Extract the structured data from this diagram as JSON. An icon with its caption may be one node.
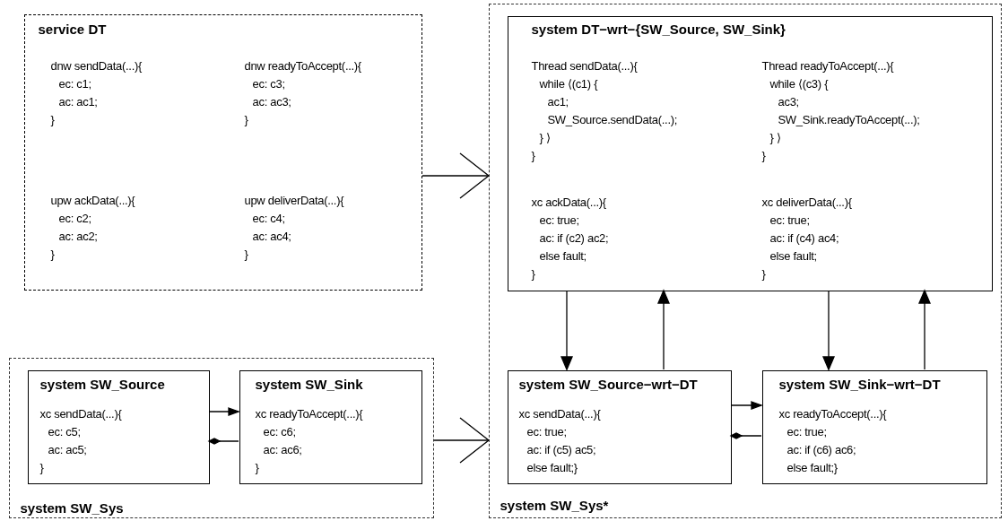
{
  "diagram": {
    "nodes": [
      {
        "text": [
          "service DT",
          "dnw sendData(...){ ec: c1; ac: ac1; }",
          "dnw readyToAccept(...){ ec: c3; ac: ac3; }",
          "upw ackData(...){ ec: c2; ac: ac2; }",
          "upw deliverData(...){ ec: c4; ac: ac4; }"
        ]
      },
      {
        "text": [
          "system SW_Sys*"
        ]
      },
      {
        "text": [
          "system DT−wrt−{SW_Source, SW_Sink}",
          "Thread sendData(...){ while ⟨(c1) { ac1; SW_Source.sendData(...); } ⟩ }",
          "Thread readyToAccept(...){ while ⟨(c3) { ac3; SW_Sink.readyToAccept(...); } ⟩ }",
          "xc ackData(...){ ec: true; ac: if (c2) ac2; else fault; }",
          "xc deliverData(...){ ec: true; ac: if (c4) ac4; else fault; }"
        ],
        "in": 1
      },
      {
        "text": [
          "system SW_Source−wrt−DT",
          "xc sendData(...){ ec: true; ac: if (c5) ac5; else fault;}"
        ],
        "in": 1
      },
      {
        "text": [
          "system SW_Sink−wrt−DT",
          "xc readyToAccept(...){ ec: true; ac: if (c6) ac6; else fault;}"
        ],
        "in": 1
      },
      {
        "text": [
          "system SW_Sys"
        ]
      },
      {
        "text": [
          "system SW_Source",
          "xc sendData(...){ ec: c5; ac: ac5; }"
        ],
        "in": 5
      },
      {
        "text": [
          "system SW_Sink",
          "xc readyToAccept(...){ ec: c6; ac: ac6; }"
        ],
        "in": 5
      }
    ],
    "edges": [
      {
        "from": 0,
        "to": 1,
        "arrow": "to"
      },
      {
        "from": 5,
        "to": 1,
        "arrow": "to"
      },
      {
        "from": 2,
        "to": 3,
        "arrow": "to"
      },
      {
        "from": 3,
        "to": 2,
        "arrow": "to"
      },
      {
        "from": 2,
        "to": 4,
        "arrow": "to"
      },
      {
        "from": 4,
        "to": 2,
        "arrow": "to"
      },
      {
        "from": 3,
        "to": 4,
        "arrow": "to"
      },
      {
        "from": 4,
        "to": 3,
        "arrow": "other"
      },
      {
        "from": 6,
        "to": 7,
        "arrow": "to"
      },
      {
        "from": 7,
        "to": 6,
        "arrow": "other"
      }
    ]
  }
}
